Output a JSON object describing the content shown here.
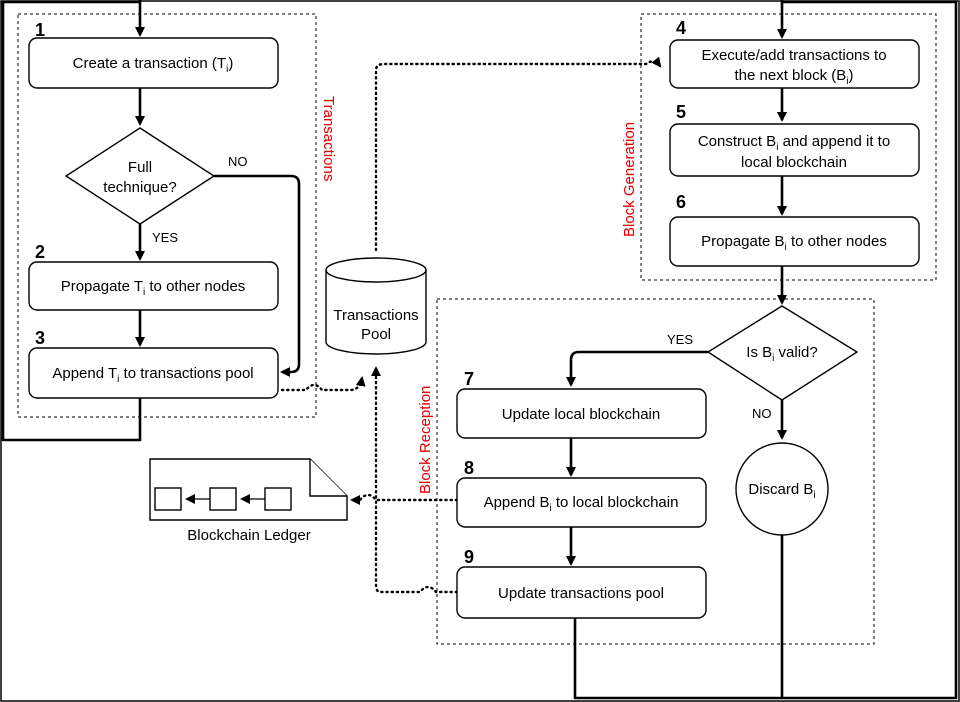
{
  "steps": {
    "s1": {
      "number": "1",
      "label": "Create a transaction (T",
      "sub": "i",
      "tail": ")"
    },
    "decision1": {
      "line1": "Full",
      "line2": "technique?"
    },
    "s2": {
      "number": "2",
      "label": "Propagate T",
      "sub": "i",
      "tail": " to other nodes"
    },
    "s3": {
      "number": "3",
      "label": "Append T",
      "sub": "i",
      "tail": " to transactions pool"
    },
    "s4": {
      "number": "4",
      "line1": "Execute/add transactions to",
      "line2": "the next block (B",
      "sub": "i",
      "tail": ")"
    },
    "s5": {
      "number": "5",
      "line1a": "Construct B",
      "sub": "i",
      "line1b": " and append it to",
      "line2": "local blockchain"
    },
    "s6": {
      "number": "6",
      "label": "Propagate B",
      "sub": "i",
      "tail": " to other nodes"
    },
    "decision2": {
      "label": "Is B",
      "sub": "i",
      "tail": " valid?"
    },
    "s7": {
      "number": "7",
      "label": "Update local blockchain"
    },
    "s8": {
      "number": "8",
      "label": "Append B",
      "sub": "i",
      "tail": " to local blockchain"
    },
    "s9": {
      "number": "9",
      "label": "Update transactions pool"
    },
    "discard": {
      "label": "Discard B",
      "sub": "i"
    }
  },
  "pool": {
    "line1": "Transactions",
    "line2": "Pool"
  },
  "ledger": {
    "label": "Blockchain Ledger"
  },
  "edges": {
    "no1": "NO",
    "yes1": "YES",
    "yes2": "YES",
    "no2": "NO"
  },
  "groups": {
    "transactions": "Transactions",
    "block_generation": "Block Generation",
    "block_reception": "Block Reception"
  },
  "colors": {
    "group_label": "#e00000"
  }
}
